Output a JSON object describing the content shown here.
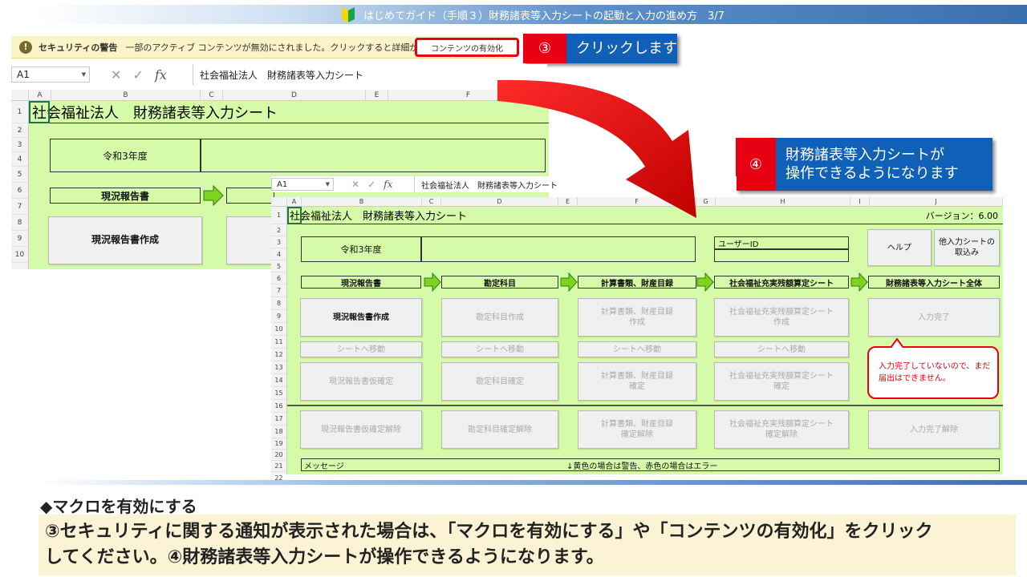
{
  "title": "はじめてガイド（手順３）財務諸表等入力シートの起動と入力の進め方　3/7",
  "security_bar": {
    "icon": "!",
    "label": "セキュリティの警告",
    "message": "一部のアクティブ コンテンツが無効にされました。クリックすると詳細が表示されます。",
    "enable_button": "コンテンツの有効化"
  },
  "callout3": {
    "number": "③",
    "text": "クリックします"
  },
  "callout4": {
    "number": "④",
    "text_line1": "財務諸表等入力シートが",
    "text_line2": "操作できるようになります"
  },
  "back_sheet": {
    "name_box": "A1",
    "formula": "社会福祉法人　財務諸表等入力シート",
    "columns": [
      "A",
      "B",
      "C",
      "D",
      "E",
      "F"
    ],
    "rows": [
      "1",
      "2",
      "3",
      "4",
      "5",
      "6",
      "7",
      "8",
      "9",
      "10"
    ],
    "title": "社会福祉法人　財務諸表等入力シート",
    "fiscal_year": "令和3年度",
    "step1": "現況報告書",
    "step1_button": "現況報告書作成"
  },
  "front_sheet": {
    "name_box": "A1",
    "formula": "社会福祉法人　財務諸表等入力シート",
    "columns": [
      "A",
      "B",
      "C",
      "D",
      "E",
      "F",
      "G",
      "H",
      "I",
      "J"
    ],
    "rows": [
      "1",
      "2",
      "3",
      "4",
      "5",
      "6",
      "7",
      "8",
      "9",
      "10",
      "11",
      "12",
      "13",
      "14",
      "15",
      "16",
      "17",
      "18",
      "19",
      "20",
      "21",
      "22"
    ],
    "title": "社会福祉法人　財務諸表等入力シート",
    "version": "バージョン：6.00",
    "fiscal_year": "令和3年度",
    "user_id_label": "ユーザーID",
    "help_button": "ヘルプ",
    "import_button_line1": "他入力シートの",
    "import_button_line2": "取込み",
    "steps": [
      "現況報告書",
      "勘定科目",
      "計算書類、財産目録",
      "社会福祉充実残額算定シート",
      "財務諸表等入力シート全体"
    ],
    "create_buttons": [
      [
        "現況報告書作成"
      ],
      [
        "勘定科目作成"
      ],
      [
        "計算書類、財産目録",
        "作成"
      ],
      [
        "社会福祉充実残額算定シート",
        "作成"
      ],
      [
        "入力完了"
      ]
    ],
    "move_buttons": [
      "シートへ移動",
      "シートへ移動",
      "シートへ移動",
      "シートへ移動"
    ],
    "confirm_buttons": [
      [
        "現況報告書仮確定"
      ],
      [
        "勘定科目確定"
      ],
      [
        "計算書類、財産目録",
        "確定"
      ],
      [
        "社会福祉充実残額算定シート",
        "確定"
      ]
    ],
    "warning_note_line1": "入力完了していないので、まだ",
    "warning_note_line2": "届出はできません。",
    "unconfirm_buttons": [
      [
        "現況報告書仮確定解除"
      ],
      [
        "勘定科目確定解除"
      ],
      [
        "計算書類、財産目録",
        "確定解除"
      ],
      [
        "社会福祉充実残額算定シート",
        "確定解除"
      ],
      [
        "入力完了解除"
      ]
    ],
    "message_label": "メッセージ",
    "message_text": "↓黄色の場合は警告、赤色の場合はエラー"
  },
  "bottom": {
    "heading": "◆マクロを有効にする",
    "line1": "③セキュリティに関する通知が表示された場合は、「マクロを有効にする」や「コンテンツの有効化」をクリック",
    "line2": "してください。④財務諸表等入力シートが操作できるようになります。"
  },
  "colors": {
    "accent_red": "#e60012",
    "accent_blue": "#1060b8",
    "sheet_green": "#d5fba8",
    "arrow_green": "#7ed321"
  }
}
